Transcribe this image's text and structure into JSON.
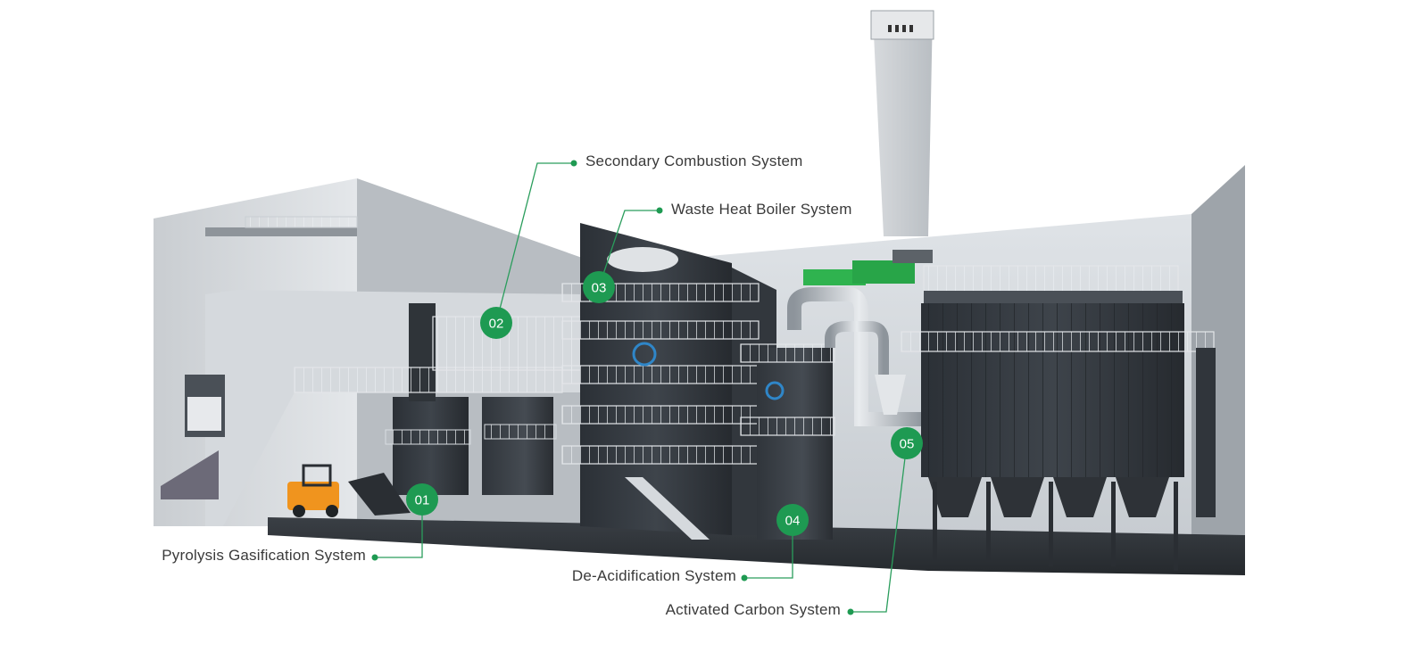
{
  "colors": {
    "accent": "#1e9a52",
    "leader": "#2a9d5c",
    "label_text": "#3a3a3a"
  },
  "callouts": [
    {
      "number": "01",
      "label": "Pyrolysis Gasification System"
    },
    {
      "number": "02",
      "label": "Secondary Combustion System"
    },
    {
      "number": "03",
      "label": "Waste Heat Boiler System"
    },
    {
      "number": "04",
      "label": "De-Acidification System"
    },
    {
      "number": "05",
      "label": "Activated Carbon System"
    }
  ]
}
